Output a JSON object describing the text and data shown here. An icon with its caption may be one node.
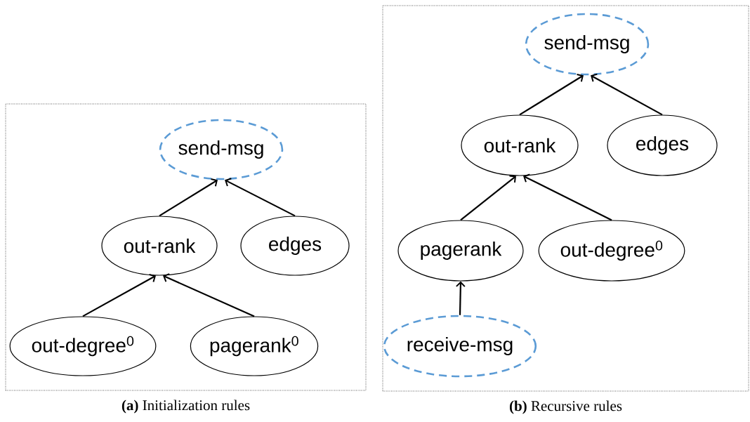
{
  "diagram": {
    "nodes": [
      {
        "text": [],
        "shape": "box",
        "beside": [
          "**(a)** Initialization rules"
        ]
      },
      {
        "text": [
          "send-msg"
        ],
        "in": 0
      },
      {
        "text": [
          "out-rank"
        ],
        "in": 0
      },
      {
        "text": [
          "edges"
        ],
        "in": 0
      },
      {
        "text": [
          "out-degree$^{0}$"
        ],
        "in": 0
      },
      {
        "text": [
          "pagerank$^{0}$"
        ],
        "in": 0
      },
      {
        "text": [],
        "shape": "box",
        "beside": [
          "**(b)** Recursive rules"
        ]
      },
      {
        "text": [
          "send-msg"
        ],
        "in": 6
      },
      {
        "text": [
          "out-rank"
        ],
        "in": 6
      },
      {
        "text": [
          "edges"
        ],
        "in": 6
      },
      {
        "text": [
          "pagerank"
        ],
        "in": 6
      },
      {
        "text": [
          "out-degree$^{0}$"
        ],
        "in": 6
      },
      {
        "text": [
          "receive-msg"
        ],
        "in": 6
      }
    ],
    "edges": [
      {
        "from": 2,
        "to": 1,
        "arrow": "to"
      },
      {
        "from": 3,
        "to": 1,
        "arrow": "to"
      },
      {
        "from": 4,
        "to": 2,
        "arrow": "to"
      },
      {
        "from": 5,
        "to": 2,
        "arrow": "to"
      },
      {
        "from": 8,
        "to": 7,
        "arrow": "to"
      },
      {
        "from": 9,
        "to": 7,
        "arrow": "to"
      },
      {
        "from": 10,
        "to": 8,
        "arrow": "to"
      },
      {
        "from": 11,
        "to": 8,
        "arrow": "to"
      },
      {
        "from": 12,
        "to": 10,
        "arrow": "to"
      }
    ]
  }
}
